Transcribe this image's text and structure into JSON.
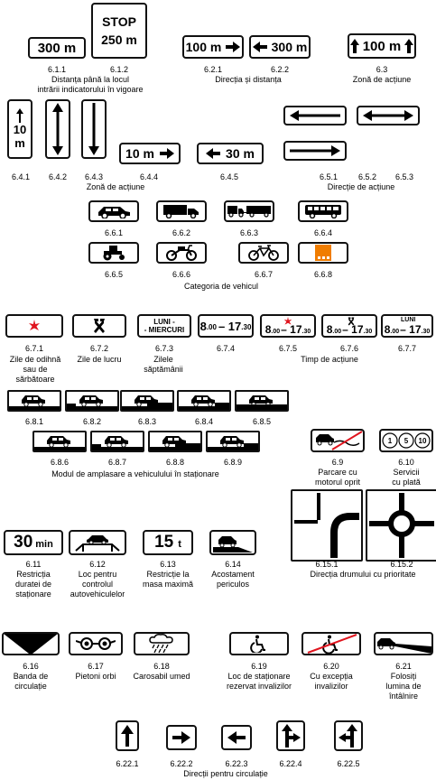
{
  "signs": {
    "s611": "300 m",
    "s612_top": "STOP",
    "s612_bot": "250 m",
    "s621": "100 m",
    "s622": "300 m",
    "s63": "100 m",
    "s641_a": "10",
    "s641_b": "m",
    "s644": "10 m",
    "s645": "30 m",
    "s673_a": "LUNI -",
    "s673_b": "- MIERCURI",
    "s674_a": "8",
    "s674_b": ".00",
    "s674_c": "– 17",
    "s674_d": ".30",
    "s677_top": "LUNI",
    "s611b": "30",
    "s611b_unit": "min",
    "s613": "15",
    "s613_unit": "t"
  },
  "numbers": {
    "n611": "6.1.1",
    "n612": "6.1.2",
    "n621": "6.2.1",
    "n622": "6.2.2",
    "n63": "6.3",
    "n641": "6.4.1",
    "n642": "6.4.2",
    "n643": "6.4.3",
    "n644": "6.4.4",
    "n645": "6.4.5",
    "n651": "6.5.1",
    "n652": "6.5.2",
    "n653": "6.5.3",
    "n661": "6.6.1",
    "n662": "6.6.2",
    "n663": "6.6.3",
    "n664": "6.6.4",
    "n665": "6.6.5",
    "n666": "6.6.6",
    "n667": "6.6.7",
    "n668": "6.6.8",
    "n671": "6.7.1",
    "n672": "6.7.2",
    "n673": "6.7.3",
    "n674": "6.7.4",
    "n675": "6.7.5",
    "n676": "6.7.6",
    "n677": "6.7.7",
    "n681": "6.8.1",
    "n682": "6.8.2",
    "n683": "6.8.3",
    "n684": "6.8.4",
    "n685": "6.8.5",
    "n686": "6.8.6",
    "n687": "6.8.7",
    "n688": "6.8.8",
    "n689": "6.8.9",
    "n69": "6.9",
    "n610": "6.10",
    "n6151": "6.15.1",
    "n6152": "6.15.2",
    "n611b": "6.11",
    "n612b": "6.12",
    "n613": "6.13",
    "n614": "6.14",
    "n616": "6.16",
    "n617": "6.17",
    "n618": "6.18",
    "n619": "6.19",
    "n620": "6.20",
    "n621b": "6.21",
    "n6221": "6.22.1",
    "n6222": "6.22.2",
    "n6223": "6.22.3",
    "n6224": "6.22.4",
    "n6225": "6.22.5"
  },
  "captions": {
    "c61_a": "Distanța până la locul",
    "c61_b": "intrării indicatorului în vigoare",
    "c62": "Direcția și distanța",
    "c63": "Zonă de acțiune",
    "c64": "Zonă de acțiune",
    "c65": "Direcție de acțiune",
    "c66": "Categoria de vehicul",
    "c671_a": "Zile de odihnă",
    "c671_b": "sau de sărbătoare",
    "c672": "Zile de lucru",
    "c673_a": "Zilele",
    "c673_b": "săptămânii",
    "c67": "Timp de acțiune",
    "c68": "Modul de amplasare a vehiculului în staționare",
    "c69_a": "Parcare cu",
    "c69_b": "motorul oprit",
    "c610_a": "Servicii",
    "c610_b": "cu plată",
    "c611_a": "Restricția",
    "c611_b": "duratei de",
    "c611_c": "staționare",
    "c612_a": "Loc pentru",
    "c612_b": "controlul",
    "c612_c": "autovehiculelor",
    "c613_a": "Restricție la",
    "c613_b": "masa maximă",
    "c614_a": "Acostament",
    "c614_b": "periculos",
    "c615": "Direcția drumului cu prioritate",
    "c616_a": "Banda de",
    "c616_b": "circulație",
    "c617": "Pietoni orbi",
    "c618": "Carosabil umed",
    "c619_a": "Loc de staționare",
    "c619_b": "rezervat invalizilor",
    "c620_a": "Cu excepția",
    "c620_b": "invalizilor",
    "c621_a": "Folosiți",
    "c621_b": "lumina de",
    "c621_c": "întâlnire",
    "c622": "Direcții pentru circulație"
  },
  "colors": {
    "border": "#111111",
    "red": "#e0141e",
    "orange": "#f07d00"
  },
  "icons": {
    "car": "car-icon",
    "truck": "truck-icon",
    "trailer-truck": "trailer-truck-icon",
    "bus": "bus-icon",
    "tractor": "tractor-icon",
    "moped": "moped-icon",
    "bicycle": "bicycle-icon",
    "dangerous-goods": "dangerous-goods-icon",
    "star": "red-star-icon",
    "hammers": "crossed-hammers-icon"
  }
}
